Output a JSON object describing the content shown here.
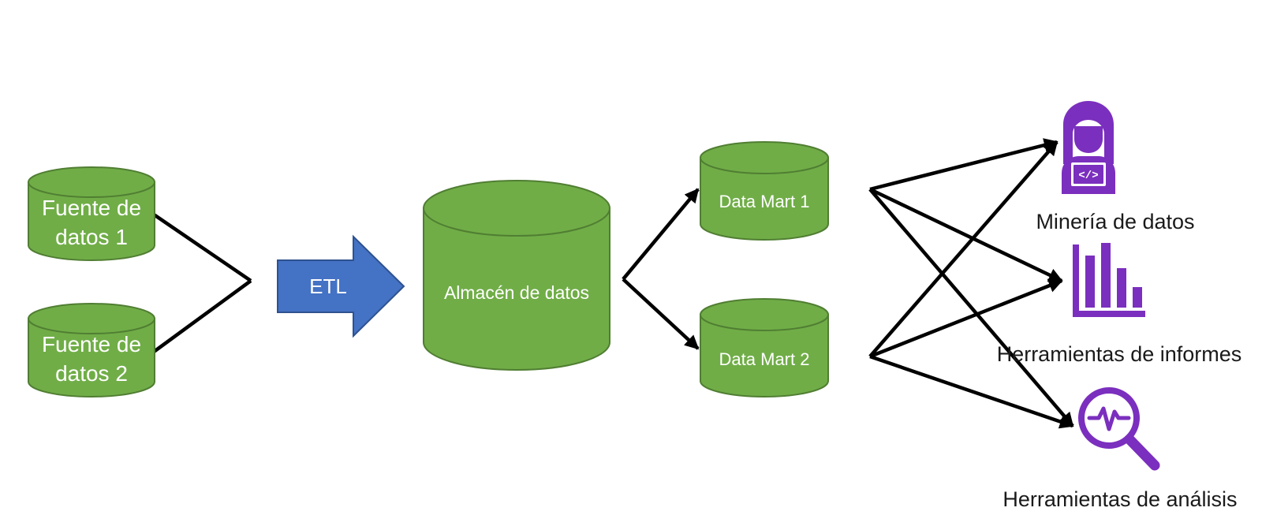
{
  "colors": {
    "cylinder": "#70ad47",
    "cylinder_stroke": "#507e32",
    "arrow": "#4472c4",
    "icon": "#7b2fbe",
    "line": "#000000"
  },
  "nodes": {
    "source1": {
      "line1": "Fuente de",
      "line2": "datos 1"
    },
    "source2": {
      "line1": "Fuente de",
      "line2": "datos 2"
    },
    "etl": {
      "label": "ETL"
    },
    "warehouse": {
      "label": "Almacén de datos"
    },
    "mart1": {
      "label": "Data Mart 1"
    },
    "mart2": {
      "label": "Data Mart 2"
    },
    "mining": {
      "label": "Minería de datos",
      "icon": "data-scientist-icon"
    },
    "reporting": {
      "label": "Herramientas de informes",
      "icon": "bar-chart-icon"
    },
    "analysis": {
      "label": "Herramientas de análisis",
      "icon": "magnifier-pulse-icon"
    }
  }
}
